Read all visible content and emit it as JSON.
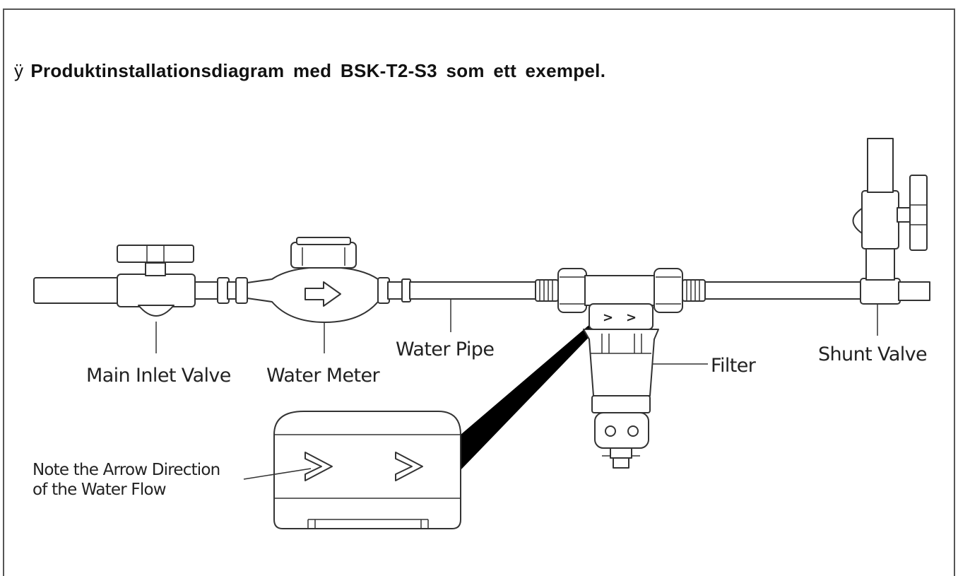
{
  "title": {
    "bullet": "ÿ",
    "text": "Produktinstallationsdiagram med BSK-T2-S3 som ett exempel."
  },
  "labels": {
    "main_inlet_valve": "Main Inlet Valve",
    "water_meter": "Water Meter",
    "water_pipe": "Water Pipe",
    "filter": "Filter",
    "shunt_valve": "Shunt Valve",
    "note_line1": "Note the Arrow Direction",
    "note_line2": "of the Water Flow"
  },
  "colors": {
    "line": "#333333",
    "callout": "#000000",
    "background": "#ffffff"
  }
}
